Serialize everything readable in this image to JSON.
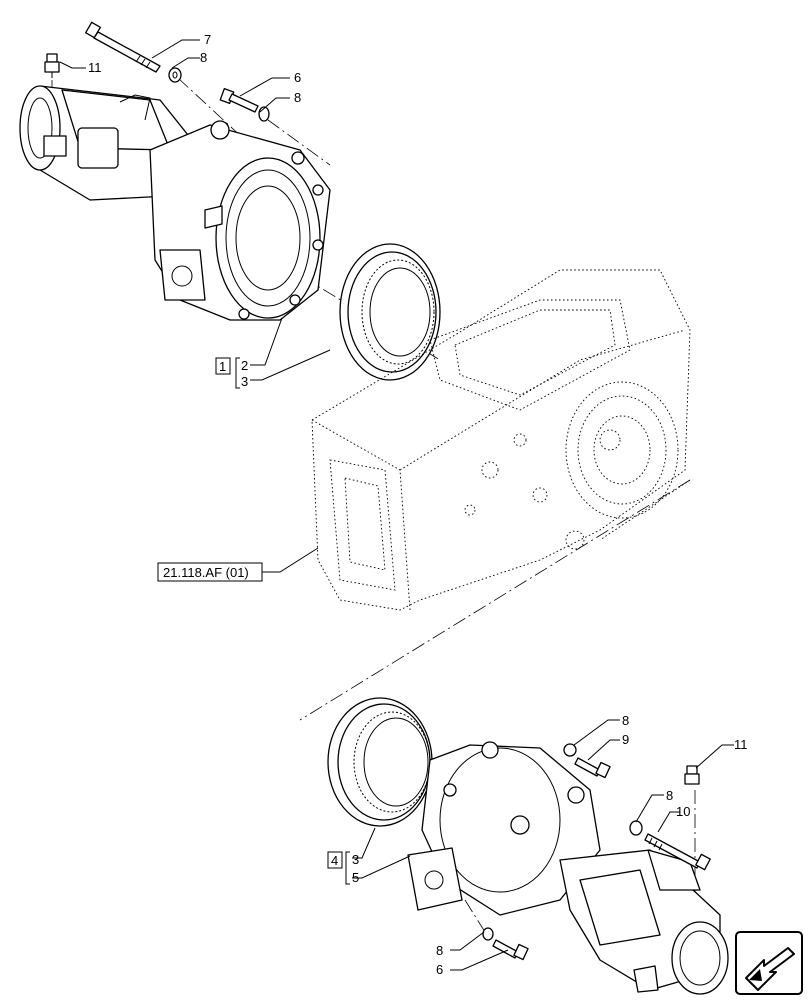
{
  "callouts": {
    "top_bolt_number": "7",
    "top_washer_number": "8",
    "top_fitting_number": "11",
    "upper_mid_bolt_number": "6",
    "upper_mid_washer_number": "8",
    "upper_group_kit_box": "1",
    "upper_group_item_a": "2",
    "upper_group_item_b": "3",
    "reference_label": "21.118.AF (01)",
    "lower_washer_a_number": "8",
    "lower_bolt_a_number": "9",
    "lower_fitting_number": "11",
    "lower_washer_b_number": "8",
    "lower_bolt_b_number": "10",
    "lower_group_kit_box": "4",
    "lower_group_item_a": "3",
    "lower_group_item_b": "5",
    "bottom_washer_number": "8",
    "bottom_bolt_number": "6"
  },
  "icons": {
    "nav_arrow": "next-page-arrow-icon"
  }
}
